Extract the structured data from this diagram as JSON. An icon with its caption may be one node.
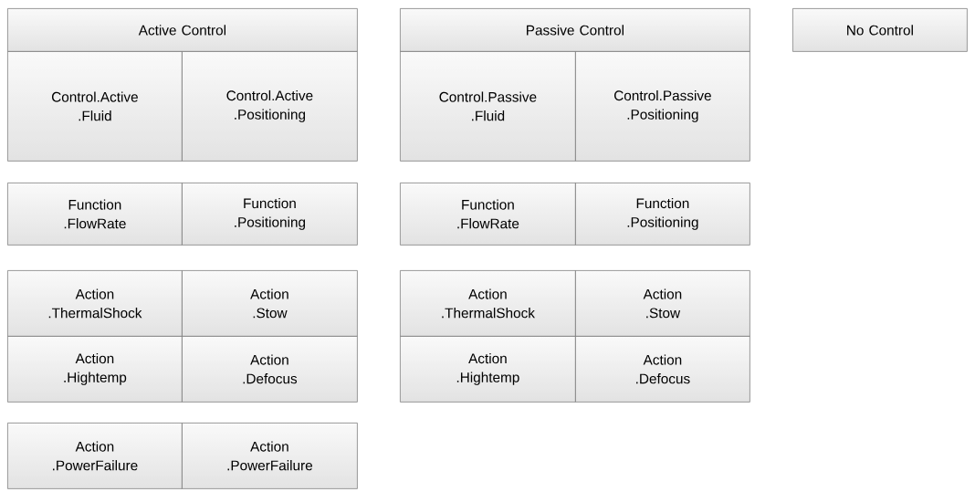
{
  "diagram": {
    "nodes": [
      {
        "text": [
          "Active Control"
        ]
      },
      {
        "text": [
          "Passive Control"
        ]
      },
      {
        "text": [
          "No Control"
        ]
      },
      {
        "text": [
          "Control.Active .Fluid"
        ]
      },
      {
        "text": [
          "Control.Active .Positioning"
        ]
      },
      {
        "text": [
          "Control.Passive .Fluid"
        ]
      },
      {
        "text": [
          "Control.Passive .Positioning"
        ]
      },
      {
        "text": [
          "Function .FlowRate"
        ]
      },
      {
        "text": [
          "Function .Positioning"
        ]
      },
      {
        "text": [
          "Function .FlowRate"
        ]
      },
      {
        "text": [
          "Function .Positioning"
        ]
      },
      {
        "text": [
          "Action .ThermalShock"
        ]
      },
      {
        "text": [
          "Action .Stow"
        ]
      },
      {
        "text": [
          "Action .ThermalShock"
        ]
      },
      {
        "text": [
          "Action .Stow"
        ]
      },
      {
        "text": [
          "Action .Hightemp"
        ]
      },
      {
        "text": [
          "Action .Defocus"
        ]
      },
      {
        "text": [
          "Action .Hightemp"
        ]
      },
      {
        "text": [
          "Action .Defocus"
        ]
      },
      {
        "text": [
          "Action .PowerFailure"
        ]
      },
      {
        "text": [
          "Action .PowerFailure"
        ]
      }
    ]
  }
}
